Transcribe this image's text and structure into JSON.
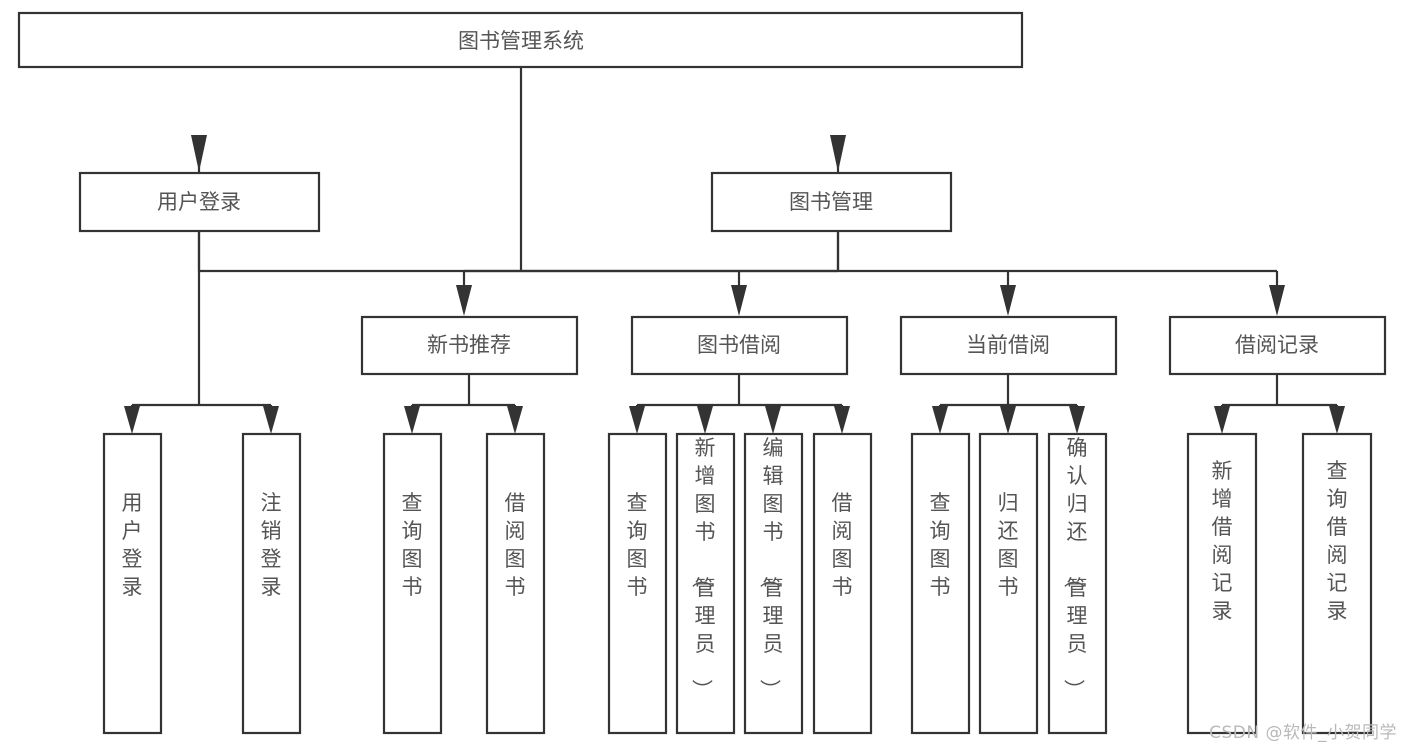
{
  "diagram": {
    "title": "图书管理系统",
    "type": "tree",
    "background_color": "#ffffff",
    "line_color": "#333333",
    "text_color": "#555555",
    "box_fill": "#ffffff",
    "levels": 4,
    "root": {
      "id": "root",
      "label": "图书管理系统",
      "orientation": "horizontal"
    },
    "level2": [
      {
        "id": "user-login",
        "label": "用户登录",
        "orientation": "horizontal"
      },
      {
        "id": "book-management",
        "label": "图书管理",
        "orientation": "horizontal"
      }
    ],
    "level3": [
      {
        "id": "new-book-recommend",
        "label": "新书推荐",
        "parent": "book-management",
        "orientation": "horizontal"
      },
      {
        "id": "book-borrow",
        "label": "图书借阅",
        "parent": "book-management",
        "orientation": "horizontal"
      },
      {
        "id": "current-borrow",
        "label": "当前借阅",
        "parent": "book-management",
        "orientation": "horizontal"
      },
      {
        "id": "borrow-record",
        "label": "借阅记录",
        "parent": "book-management",
        "orientation": "horizontal"
      }
    ],
    "leaves": {
      "user-login": [
        {
          "id": "leaf-user-login",
          "label": "用户登录",
          "orientation": "vertical"
        },
        {
          "id": "leaf-user-logout",
          "label": "注销登录",
          "orientation": "vertical"
        }
      ],
      "new-book-recommend": [
        {
          "id": "leaf-query-book-1",
          "label": "查询图书",
          "orientation": "vertical"
        },
        {
          "id": "leaf-borrow-book-1",
          "label": "借阅图书",
          "orientation": "vertical"
        }
      ],
      "book-borrow": [
        {
          "id": "leaf-query-book-2",
          "label": "查询图书",
          "orientation": "vertical"
        },
        {
          "id": "leaf-add-book",
          "label": "新增图书（管理员）",
          "orientation": "vertical"
        },
        {
          "id": "leaf-edit-book",
          "label": "编辑图书（管理员）",
          "orientation": "vertical"
        },
        {
          "id": "leaf-borrow-book-2",
          "label": "借阅图书",
          "orientation": "vertical"
        }
      ],
      "current-borrow": [
        {
          "id": "leaf-query-book-3",
          "label": "查询图书",
          "orientation": "vertical"
        },
        {
          "id": "leaf-return-book",
          "label": "归还图书",
          "orientation": "vertical"
        },
        {
          "id": "leaf-confirm-return",
          "label": "确认归还（管理员）",
          "orientation": "vertical"
        }
      ],
      "borrow-record": [
        {
          "id": "leaf-add-record",
          "label": "新增借阅记录",
          "orientation": "vertical"
        },
        {
          "id": "leaf-query-record",
          "label": "查询借阅记录",
          "orientation": "vertical"
        }
      ]
    }
  },
  "watermark": {
    "text": "CSDN @软件_小贺同学",
    "color": "#b9b9b9"
  }
}
